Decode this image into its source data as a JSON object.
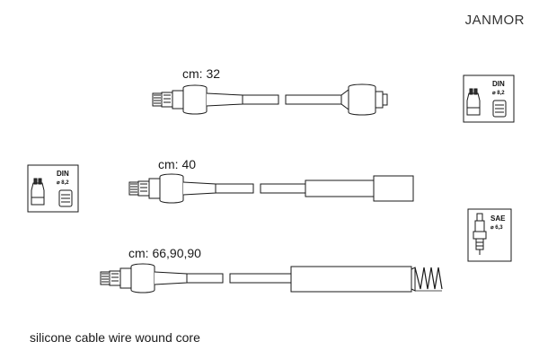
{
  "brand": "JANMOR",
  "cables": [
    {
      "label": "cm: 32"
    },
    {
      "label": "cm: 40"
    },
    {
      "label": "cm: 66,90,90"
    }
  ],
  "badges": {
    "din_right": {
      "title": "DIN",
      "size": "⌀ 8,2",
      "icon": "distributor-cap-icon"
    },
    "din_left": {
      "title": "DIN",
      "size": "⌀ 8,2",
      "icon": "distributor-cap-icon"
    },
    "sae": {
      "title": "SAE",
      "size": "⌀ 6,3",
      "icon": "spark-plug-icon"
    }
  },
  "footer": "silicone cable wire wound core"
}
